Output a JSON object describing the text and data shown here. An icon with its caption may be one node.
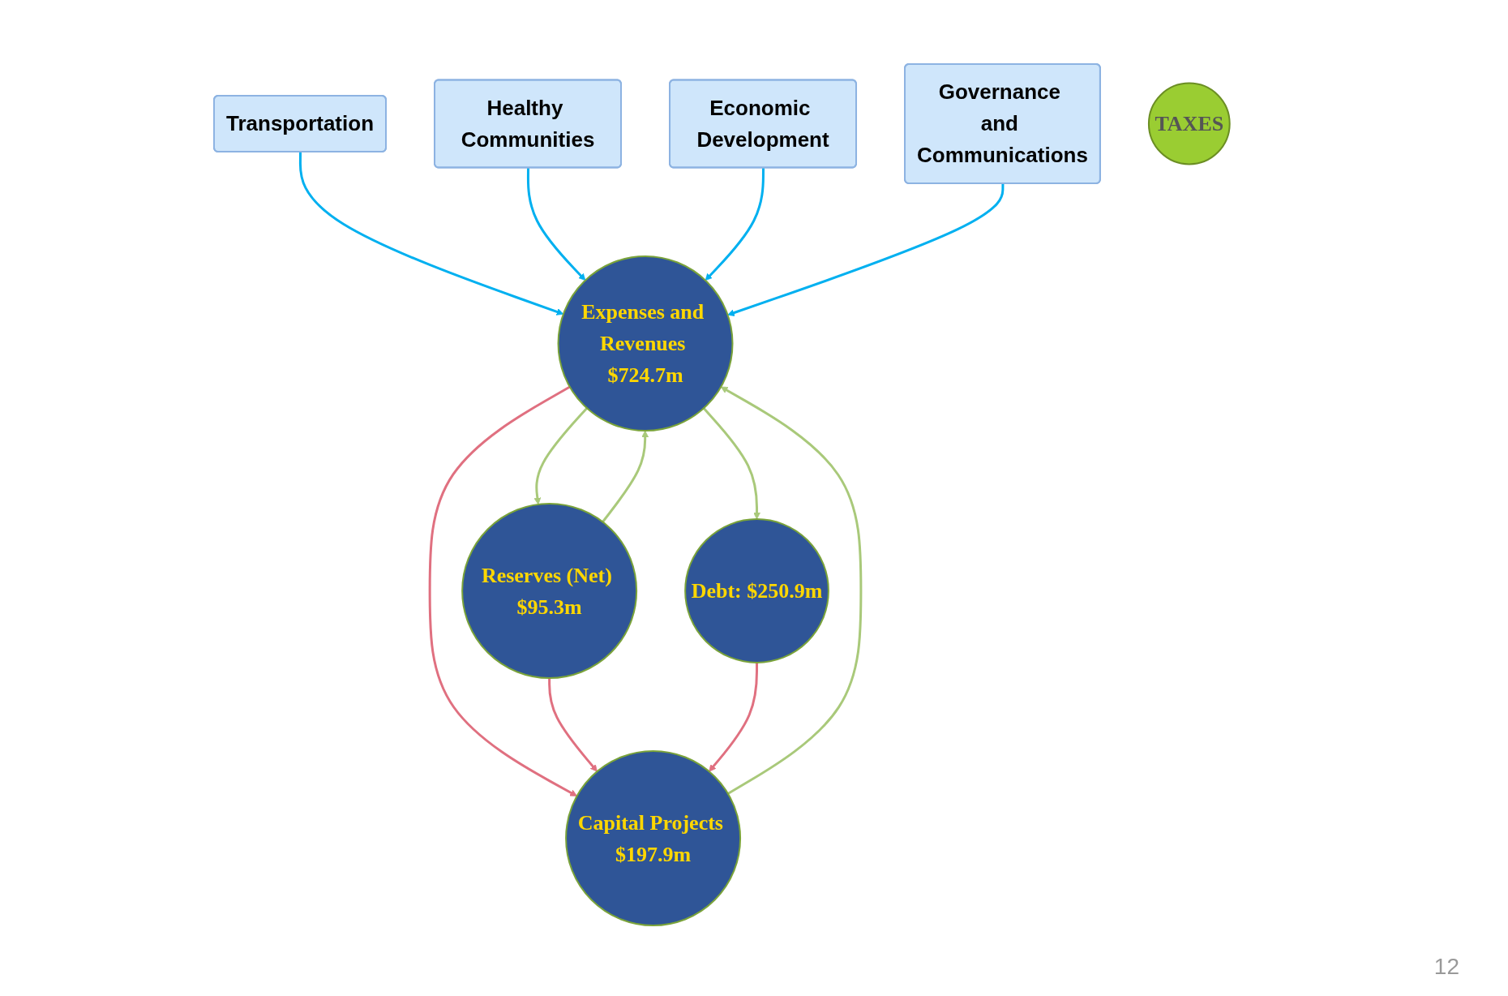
{
  "diagram": {
    "nodes": [
      {
        "text": [
          "Transportation"
        ]
      },
      {
        "text": [
          "Healthy Communities"
        ]
      },
      {
        "text": [
          "Economic Development"
        ]
      },
      {
        "text": [
          "Governance and Communications"
        ]
      },
      {
        "text": [
          "Expenses and Revenues $724.7m"
        ]
      },
      {
        "text": [
          "TAXES"
        ]
      },
      {
        "text": [
          "Reserves (Net) $95.3m"
        ]
      },
      {
        "text": [
          "Debt: $250.9m"
        ]
      },
      {
        "text": [
          "Capital Projects $197.9m"
        ]
      }
    ],
    "edges": [
      {
        "from": 0,
        "to": 4,
        "arrow": "to",
        "color": "#00b0f0"
      },
      {
        "from": 1,
        "to": 4,
        "arrow": "to",
        "color": "#00b0f0"
      },
      {
        "from": 2,
        "to": 4,
        "arrow": "to",
        "color": "#00b0f0"
      },
      {
        "from": 3,
        "to": 4,
        "arrow": "to",
        "color": "#00b0f0"
      },
      {
        "from": 6,
        "to": 4,
        "arrow": "to",
        "color": "#a9c97a"
      },
      {
        "from": 4,
        "to": 6,
        "arrow": "to",
        "color": "#a9c97a"
      },
      {
        "from": 4,
        "to": 7,
        "arrow": "to",
        "color": "#a9c97a"
      },
      {
        "from": 8,
        "to": 4,
        "arrow": "to",
        "color": "#a9c97a"
      },
      {
        "from": 4,
        "to": 8,
        "arrow": "to",
        "color": "#e07080"
      },
      {
        "from": 6,
        "to": 8,
        "arrow": "to",
        "color": "#e07080"
      },
      {
        "from": 7,
        "to": 8,
        "arrow": "to",
        "color": "#e07080"
      }
    ],
    "labels": [
      "12"
    ]
  }
}
